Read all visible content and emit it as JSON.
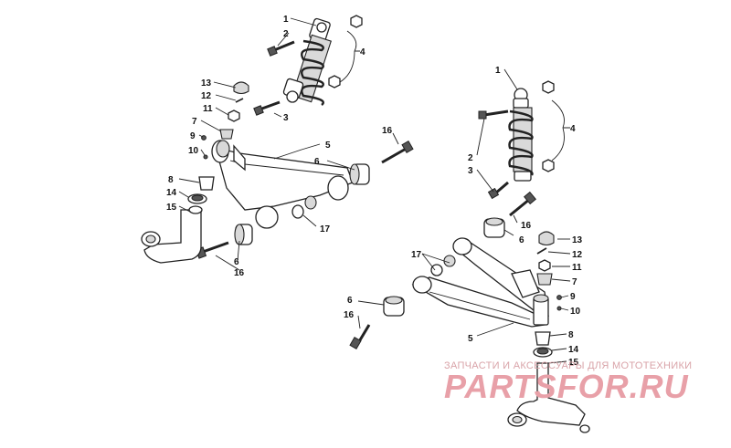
{
  "callouts": {
    "left_1": "1",
    "left_2": "2",
    "left_3": "3",
    "left_4": "4",
    "left_5": "5",
    "left_6a": "6",
    "left_6b": "6",
    "left_7": "7",
    "left_8": "8",
    "left_9": "9",
    "left_10": "10",
    "left_11": "11",
    "left_12": "12",
    "left_13": "13",
    "left_14": "14",
    "left_15": "15",
    "left_16a": "16",
    "left_16b": "16",
    "left_17": "17",
    "right_1": "1",
    "right_2": "2",
    "right_3": "3",
    "right_4": "4",
    "right_5": "5",
    "right_6a": "6",
    "right_6b": "6",
    "right_7": "7",
    "right_8": "8",
    "right_9": "9",
    "right_10": "10",
    "right_11": "11",
    "right_12": "12",
    "right_13": "13",
    "right_14": "14",
    "right_15": "15",
    "right_16a": "16",
    "right_16b": "16",
    "right_17": "17"
  },
  "watermark": {
    "tagline": "ЗАПЧАСТИ И АКСЕССУАРЫ ДЛЯ МОТОТЕХНИКИ",
    "brand": "PARTSFOR.RU"
  },
  "colors": {
    "line": "#222222",
    "watermark": "#e8a0a8",
    "background": "#ffffff"
  }
}
